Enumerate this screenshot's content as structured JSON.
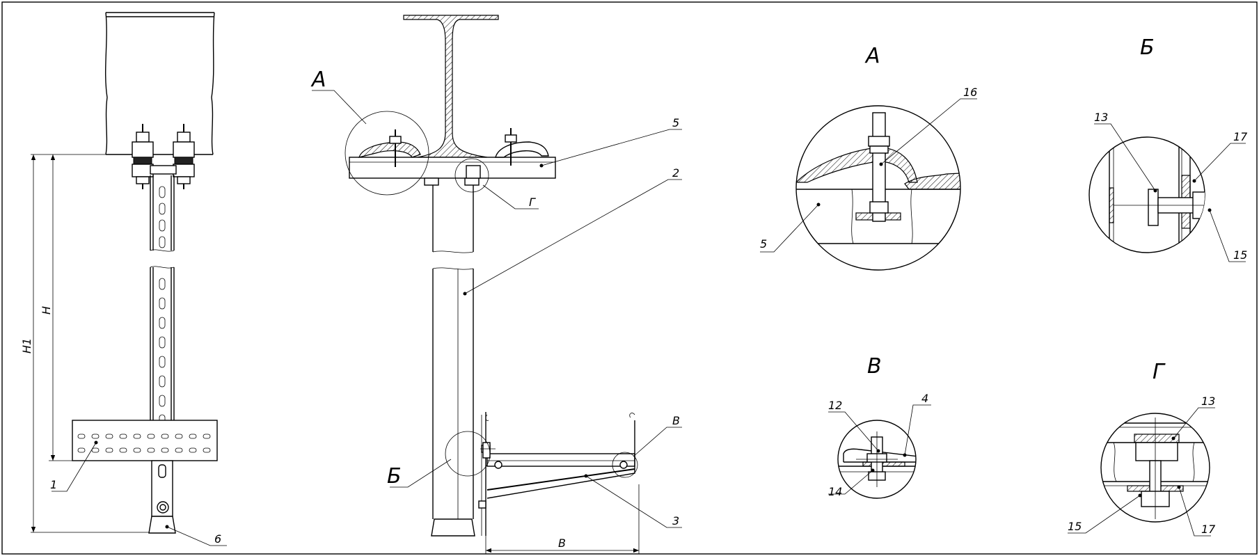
{
  "views": {
    "a": "А",
    "b": "Б",
    "v": "В",
    "g": "Г"
  },
  "callouts": {
    "c1": "1",
    "c2": "2",
    "c3": "3",
    "c4": "4",
    "c5": "5",
    "c6": "6",
    "c12": "12",
    "c13": "13",
    "c14": "14",
    "c15": "15",
    "c16": "16",
    "c17": "17"
  },
  "dimensions": {
    "h": "H",
    "h1": "H1",
    "b": "B"
  }
}
